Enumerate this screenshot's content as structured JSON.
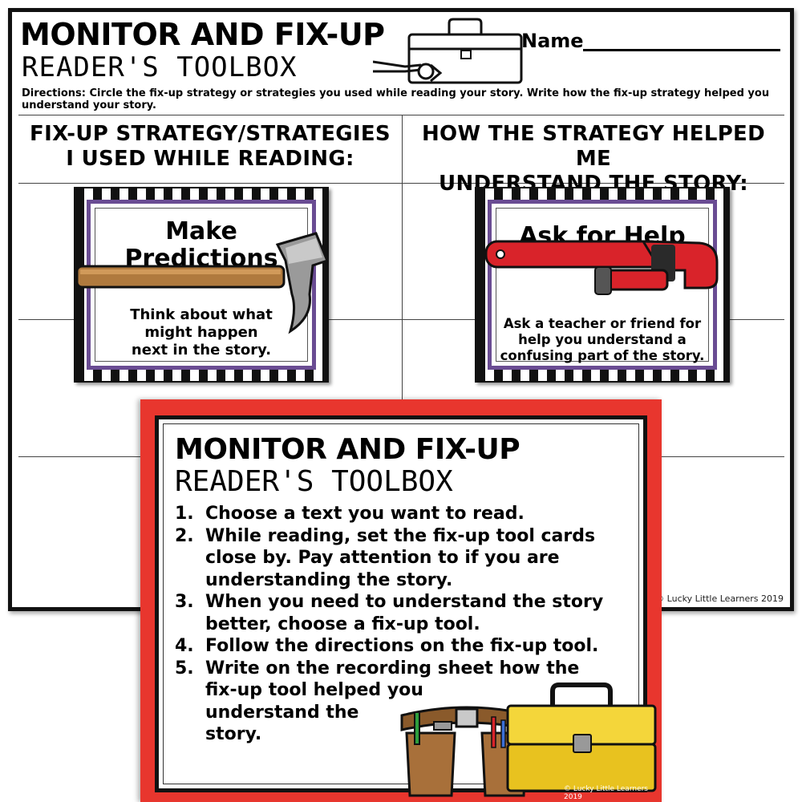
{
  "worksheet": {
    "title": "MONITOR AND FIX-UP",
    "subtitle": "READER'S TOOLBOX",
    "name_label": "Name",
    "directions": "Directions: Circle the fix-up strategy or strategies you used while reading your story. Write how the fix-up strategy helped you understand your story.",
    "col1_header_line1": "FIX-UP STRATEGY/STRATEGIES",
    "col1_header_line2": "I USED WHILE READING:",
    "col2_header_line1": "HOW THE STRATEGY HELPED ME",
    "col2_header_line2": "UNDERSTAND THE STORY:",
    "copyright": "© Lucky Little Learners 2019"
  },
  "cards": [
    {
      "title_line1": "Make",
      "title_line2": "Predictions",
      "desc_line1": "Think about what",
      "desc_line2": "might happen",
      "desc_line3": "next in the story.",
      "icon": "hammer-icon"
    },
    {
      "title_line1": "Ask for Help",
      "desc_line1": "Ask a teacher or friend for",
      "desc_line2": "help you understand a",
      "desc_line3": "confusing part of the story.",
      "icon": "pipe-wrench-icon"
    }
  ],
  "poster": {
    "title": "MONITOR AND FIX-UP",
    "subtitle": "READER'S TOOLBOX",
    "steps": [
      {
        "num": "1.",
        "text": "Choose a text you want to read."
      },
      {
        "num": "2.",
        "text": "While reading, set the fix-up tool cards close by. Pay attention to if you are understanding the story."
      },
      {
        "num": "3.",
        "text": "When you need to understand the story better, choose a fix-up tool."
      },
      {
        "num": "4.",
        "text": "Follow the directions on the fix-up tool."
      },
      {
        "num": "5.",
        "text_line1": "Write on the recording sheet how the",
        "text_line2": "fix-up tool helped you",
        "text_line3": "understand the",
        "text_line4": "story."
      }
    ],
    "copyright": "© Lucky Little Learners 2019",
    "icons": [
      "tool-belt-icon",
      "yellow-toolbox-icon"
    ]
  },
  "colors": {
    "poster_red": "#e8362e",
    "card_purple": "#6a4c93",
    "toolbox_yellow": "#f4d63a",
    "wrench_red": "#d9232a"
  }
}
